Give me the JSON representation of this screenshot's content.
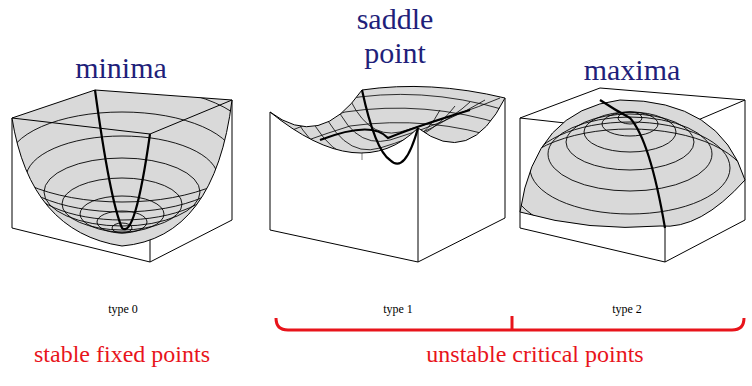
{
  "diagram": {
    "labels": [
      "minima",
      "saddle point",
      "maxima",
      "type 0",
      "type 1",
      "type 2",
      "stable fixed points",
      "unstable critical points"
    ]
  }
}
